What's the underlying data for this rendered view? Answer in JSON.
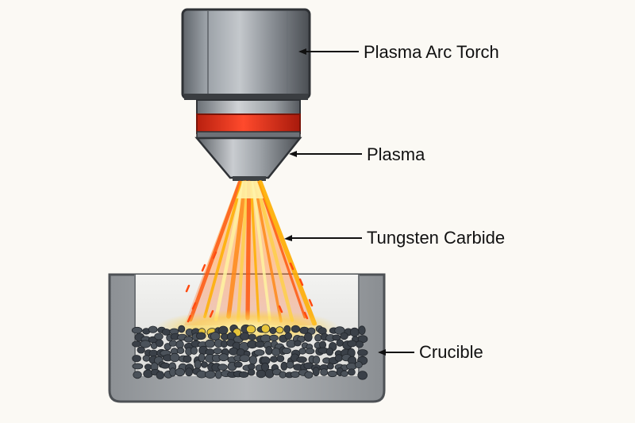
{
  "labels": {
    "torch": "Plasma Arc Torch",
    "plasma": "Plasma",
    "tungsten_carbide": "Tungsten Carbide",
    "crucible": "Crucible"
  },
  "colors": {
    "background": "#fbf9f4",
    "torch_steel": "#8e9399",
    "torch_dark": "#3c4045",
    "plasma_ring": "#e8321e",
    "plasma_core": "#fff3a0",
    "plasma_mid": "#ffb000",
    "plasma_outer": "#ff5a10",
    "crucible_wall": "#9c9fa3",
    "crucible_inner": "#ebebea",
    "powder": "#3a4048",
    "glow": "#f6d64a",
    "leader_line": "#111111"
  }
}
